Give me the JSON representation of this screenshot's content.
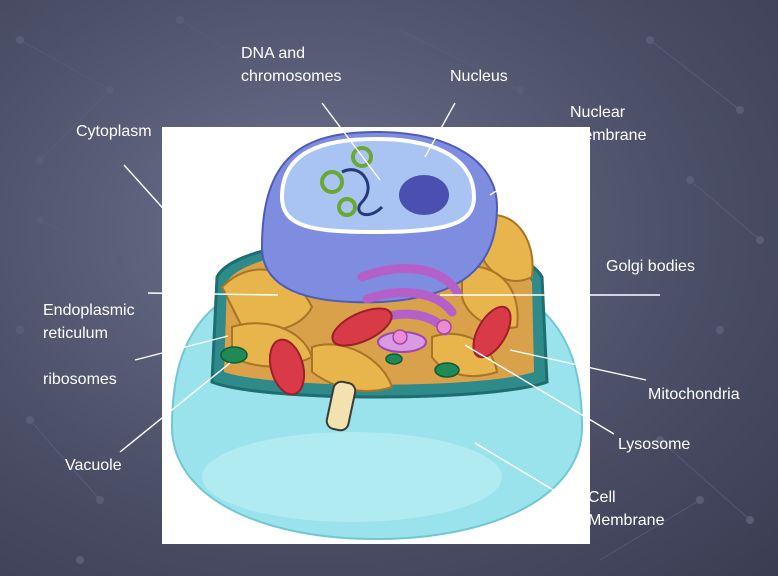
{
  "labels": {
    "dna": [
      "DNA and",
      "chromosomes"
    ],
    "nucleus": "Nucleus",
    "nuclear_membrane": [
      "Nuclear",
      "Membrane"
    ],
    "cytoplasm": "Cytoplasm",
    "golgi": "Golgi bodies",
    "er": [
      "Endoplasmic",
      "reticulum"
    ],
    "ribosomes": "ribosomes",
    "mitochondria": "Mitochondria",
    "lysosome": "Lysosome",
    "vacuole": "Vacuole",
    "cell_membrane": [
      "Cell",
      "Membrane"
    ]
  },
  "colors": {
    "background": "#4c5068",
    "nucleus": "#8f9ce8",
    "nucleolus": "#4a4fb0",
    "cytoplasm": "#9be3ec",
    "er": "#e0a544",
    "golgi": "#b55fc8",
    "mitochondria": "#d83a48",
    "ribosome": "#1f8a55",
    "label_text": "#ffffff",
    "leader_line": "#ffffff"
  }
}
